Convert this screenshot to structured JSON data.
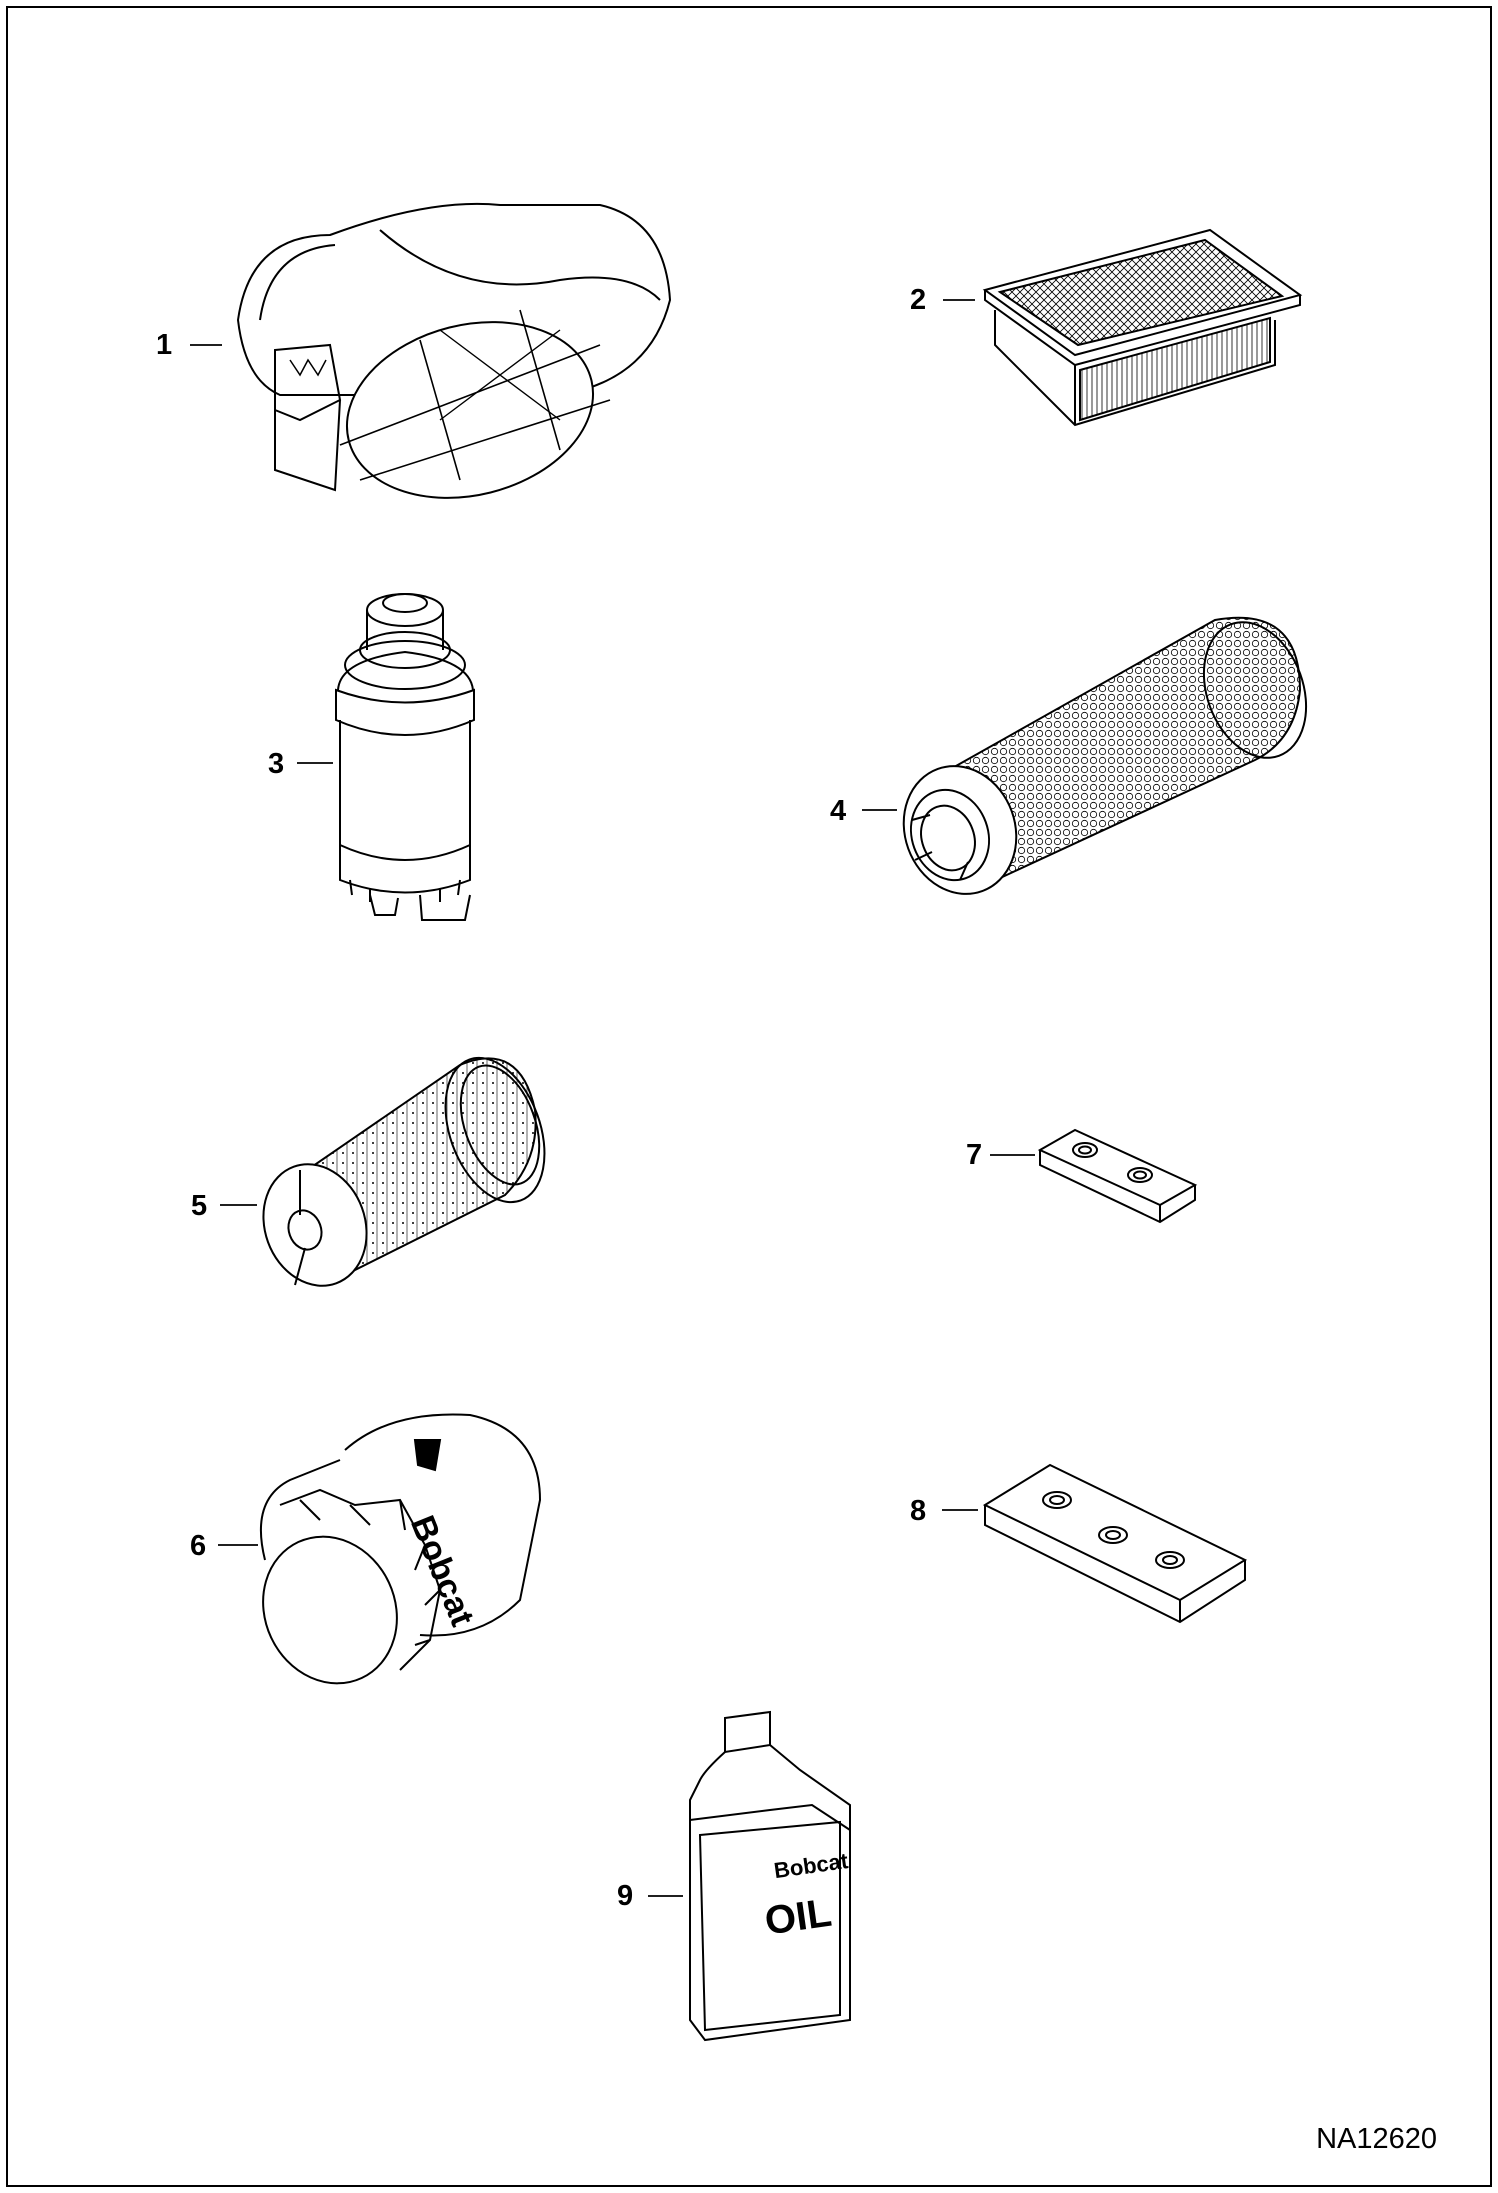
{
  "drawing_id": "NA12620",
  "callouts": [
    "1",
    "2",
    "3",
    "4",
    "5",
    "6",
    "7",
    "8",
    "9"
  ],
  "brand_text": "Bobcat",
  "oil_label": "OIL",
  "colors": {
    "line": "#000000",
    "background": "#ffffff"
  }
}
